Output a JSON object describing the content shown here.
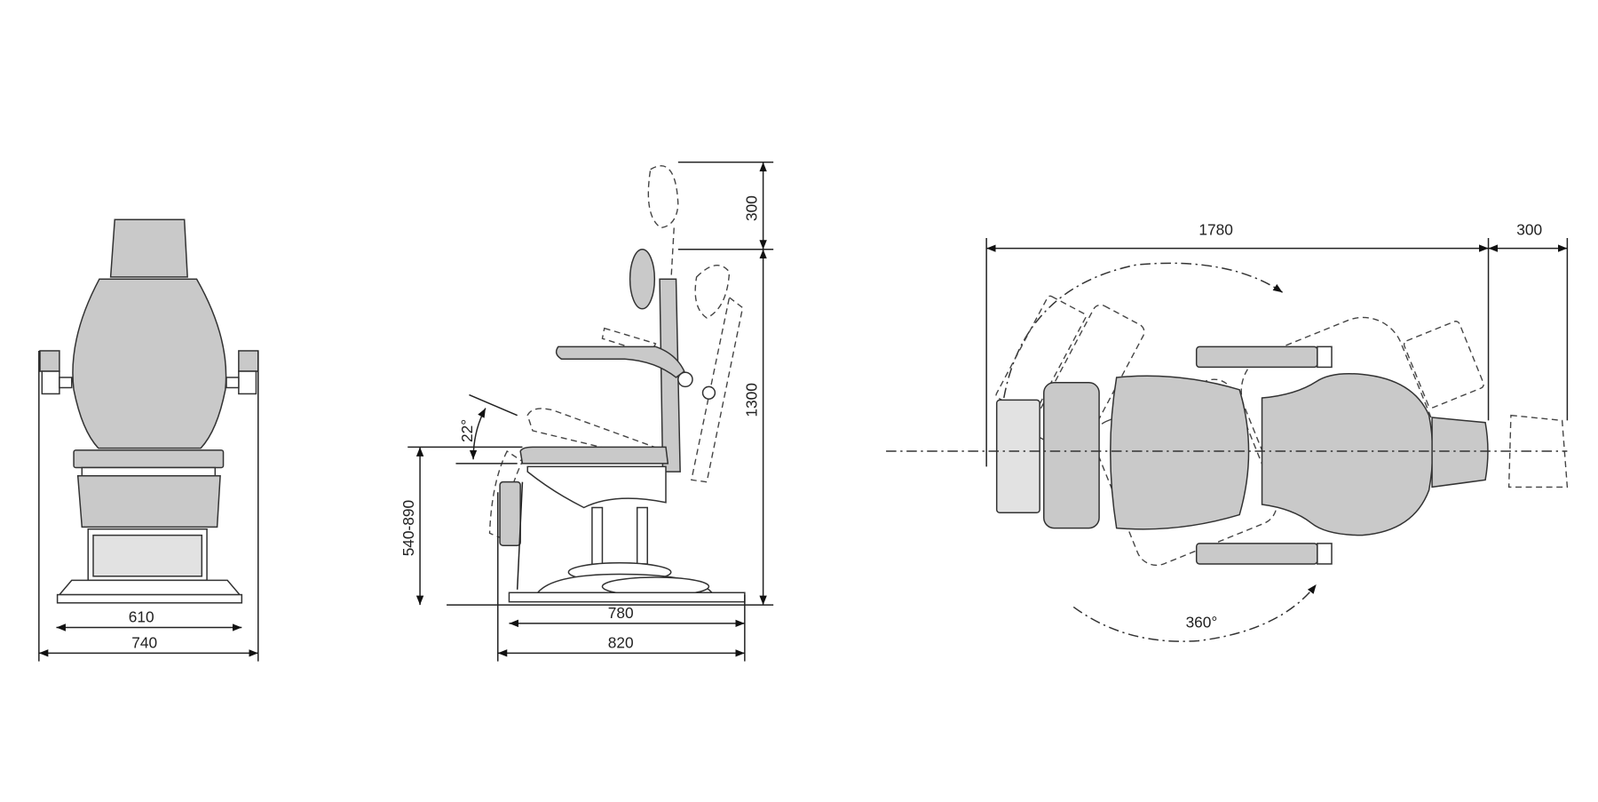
{
  "front_view": {
    "dim_inner_width": "610",
    "dim_outer_width": "740"
  },
  "side_view": {
    "dim_headrest_extension": "300",
    "dim_total_height": "1300",
    "dim_seat_height": "540-890",
    "dim_seat_tilt": "22°",
    "dim_base_length": "780",
    "dim_overall_length": "820"
  },
  "top_view": {
    "dim_reclined_length": "1780",
    "dim_headrest_extension": "300",
    "dim_rotation": "360°"
  },
  "colors": {
    "upholstery": "#c9c9c9",
    "footrest": "#e2e2e2",
    "lines": "#222222"
  }
}
